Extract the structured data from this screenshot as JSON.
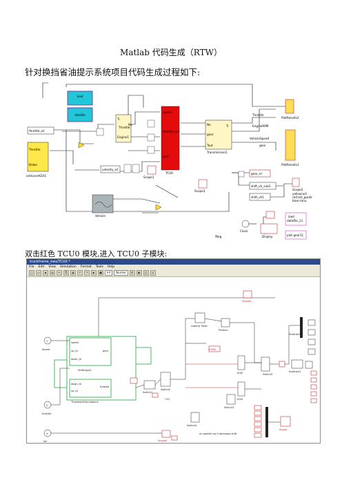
{
  "title": "Matlab 代码生成（RTW）",
  "intro": "针对换挡省油提示系统项目代码生成过程如下:",
  "caption": "双击红色 TCU0 模块,进入 TCU0 子模块:",
  "diagram1": {
    "blocks": {
      "throttle_in": "throttle_e1",
      "throttle": "Throttle",
      "brake": "Brake",
      "gui": "antiLevelGUI1",
      "velocity": "velocity_e1",
      "ti": "Ti",
      "ne": "Ne",
      "throttle_port": "Throttle",
      "engine": "Engine1",
      "speed": "speed",
      "throttle2": "throttle_out",
      "tcu_rate": "TCU0",
      "ne2": "Ne",
      "gear": "gear",
      "tout": "Tout",
      "ti2": "Ti",
      "transmission": "Transmission1",
      "scope1": "Scope1",
      "scope3": "Scope3",
      "throttle_out": "Throttle",
      "engine_rpm": "EngineRPM",
      "vehicle_speed": "VehicleSpeed",
      "gear_out": "gear",
      "plot2": "PlotResults2",
      "plot1": "PlotResults1",
      "gear_rr": "gear_rrr",
      "shift_vh": "shift_vh_sub1",
      "shift_vh1": "shift_vh1",
      "scope2": "Scope2",
      "legend_a": "yellow:act",
      "legend_b": "red:act_guide",
      "legend_c": "blue:simu",
      "vehicle": "Vehicle",
      "clock": "Clock",
      "display": "Display",
      "load": "load",
      "load2": "datafile_11",
      "plot_gear": "plot gear11",
      "rev": "fKeg"
    }
  },
  "window": {
    "title": "truckframe_ews/TCU0 *",
    "menus": [
      "File",
      "Edit",
      "View",
      "Simulation",
      "Format",
      "Tools",
      "Help"
    ],
    "zoom": "Inf",
    "mode": "Normal"
  },
  "diagram2": {
    "inports": [
      {
        "num": "1",
        "label": "Speed"
      },
      {
        "num": "2",
        "label": "throttle"
      },
      {
        "num": "3",
        "label": "Ne"
      }
    ],
    "labels": {
      "shift_logic": "ShiftLogic1",
      "threshold": "ThresholdCalculation1",
      "speed": "speed",
      "up_th": "up_th",
      "down_th": "down_th",
      "gear": "gear",
      "throttle": "throttle",
      "switch1": "Switch1",
      "switch2": "Switch2",
      "switch3": "Switch3",
      "switch4": "Switch4",
      "product": "Product",
      "lookup": "LookUp Table",
      "subtract": "Subtract2",
      "subtract1": "Subtract1",
      "scope": "Scope2",
      "scope4": "Scope4",
      "scope5": "Scope",
      "k1000": "1000",
      "k1500": "1500",
      "t10": "T10",
      "note": "no paddle can't decrease shift",
      "const": "0.850"
    }
  }
}
